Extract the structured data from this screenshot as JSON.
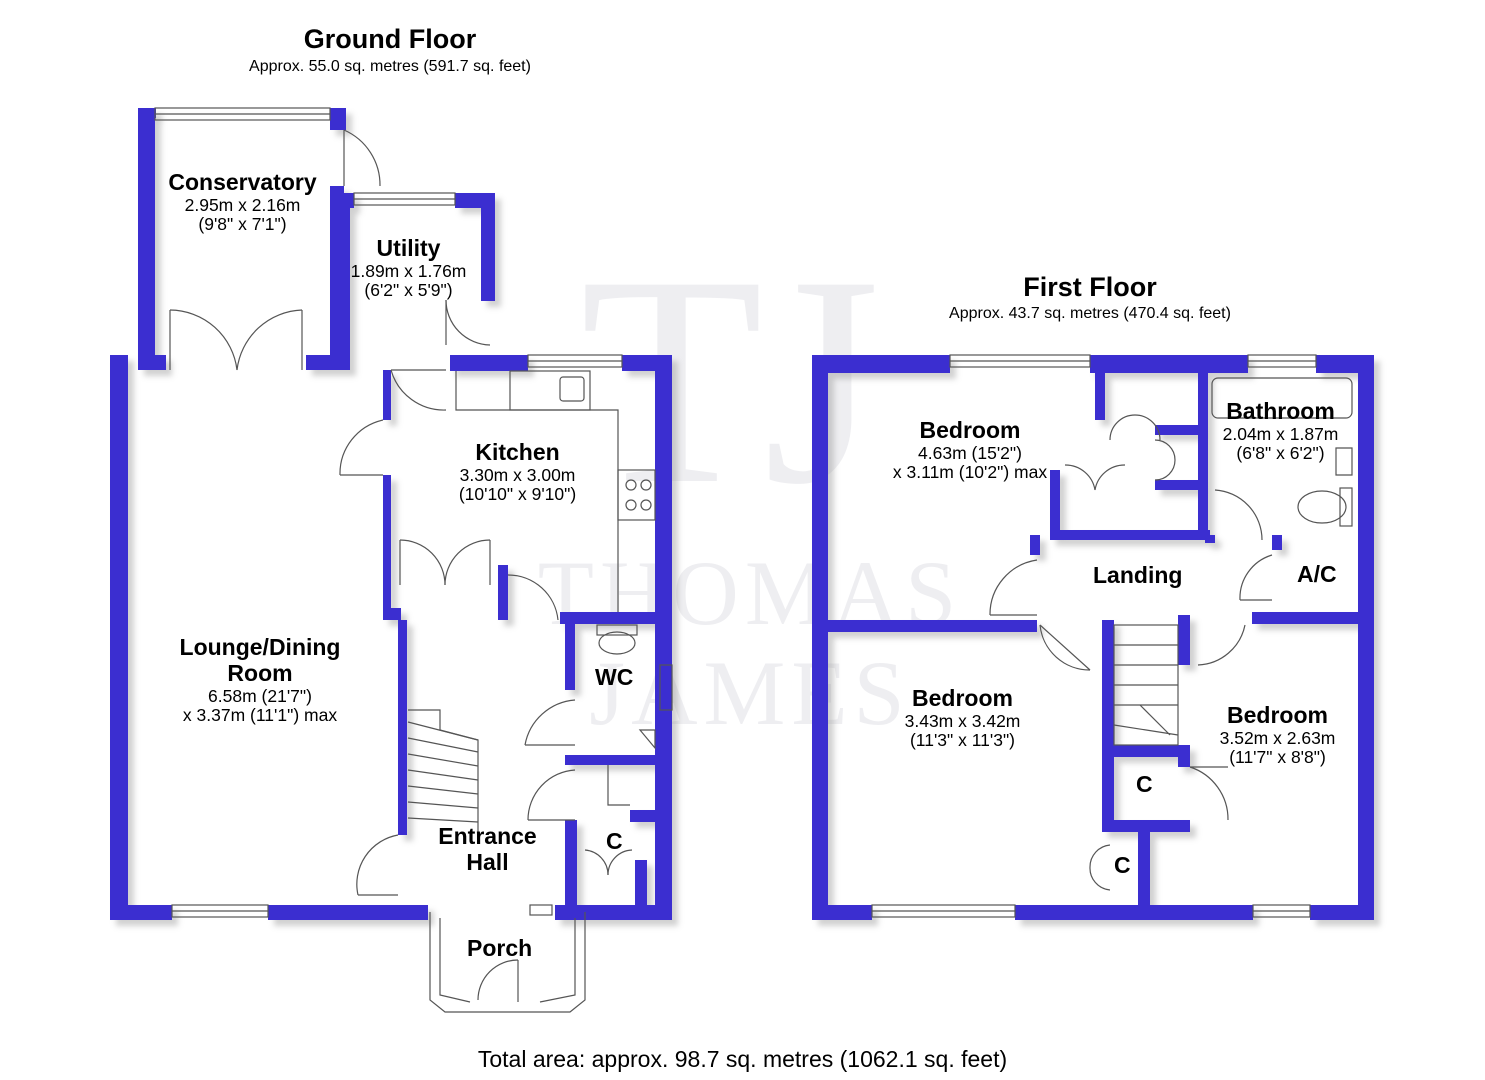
{
  "ground_floor": {
    "title": "Ground Floor",
    "area": "Approx. 55.0 sq. metres (591.7 sq. feet)",
    "rooms": {
      "conservatory": {
        "name": "Conservatory",
        "dim_m": "2.95m x 2.16m",
        "dim_ft": "(9'8\" x 7'1\")"
      },
      "utility": {
        "name": "Utility",
        "dim_m": "1.89m x 1.76m",
        "dim_ft": "(6'2\" x 5'9\")"
      },
      "kitchen": {
        "name": "Kitchen",
        "dim_m": "3.30m x 3.00m",
        "dim_ft": "(10'10\" x 9'10\")"
      },
      "lounge": {
        "name_line1": "Lounge/Dining",
        "name_line2": "Room",
        "dim_m": "6.58m (21'7\")",
        "dim_ft": "x 3.37m (11'1\") max"
      },
      "wc": {
        "name": "WC"
      },
      "cupboard": {
        "name": "C"
      },
      "entrance_hall": {
        "name_line1": "Entrance",
        "name_line2": "Hall"
      },
      "porch": {
        "name": "Porch"
      }
    }
  },
  "first_floor": {
    "title": "First Floor",
    "area": "Approx. 43.7 sq. metres (470.4 sq. feet)",
    "rooms": {
      "bedroom1": {
        "name": "Bedroom",
        "dim_m": "4.63m (15'2\")",
        "dim_ft": "x 3.11m (10'2\") max"
      },
      "bathroom": {
        "name": "Bathroom",
        "dim_m": "2.04m x 1.87m",
        "dim_ft": "(6'8\" x 6'2\")"
      },
      "landing": {
        "name": "Landing"
      },
      "airing_cupboard": {
        "name": "A/C"
      },
      "bedroom2": {
        "name": "Bedroom",
        "dim_m": "3.43m x 3.42m",
        "dim_ft": "(11'3\" x 11'3\")"
      },
      "bedroom3": {
        "name": "Bedroom",
        "dim_m": "3.52m x 2.63m",
        "dim_ft": "(11'7\" x 8'8\")"
      },
      "cupboard1": {
        "name": "C"
      },
      "cupboard2": {
        "name": "C"
      }
    }
  },
  "watermark": {
    "line1": "THOMAS",
    "line2": "JAMES",
    "monogram": "TJ"
  },
  "total_area": "Total area: approx. 98.7 sq. metres (1062.1 sq. feet)",
  "colors": {
    "wall": "#3a2fd0",
    "shadow": "#cfcfcf",
    "fixture": "#888888",
    "background": "#ffffff"
  }
}
